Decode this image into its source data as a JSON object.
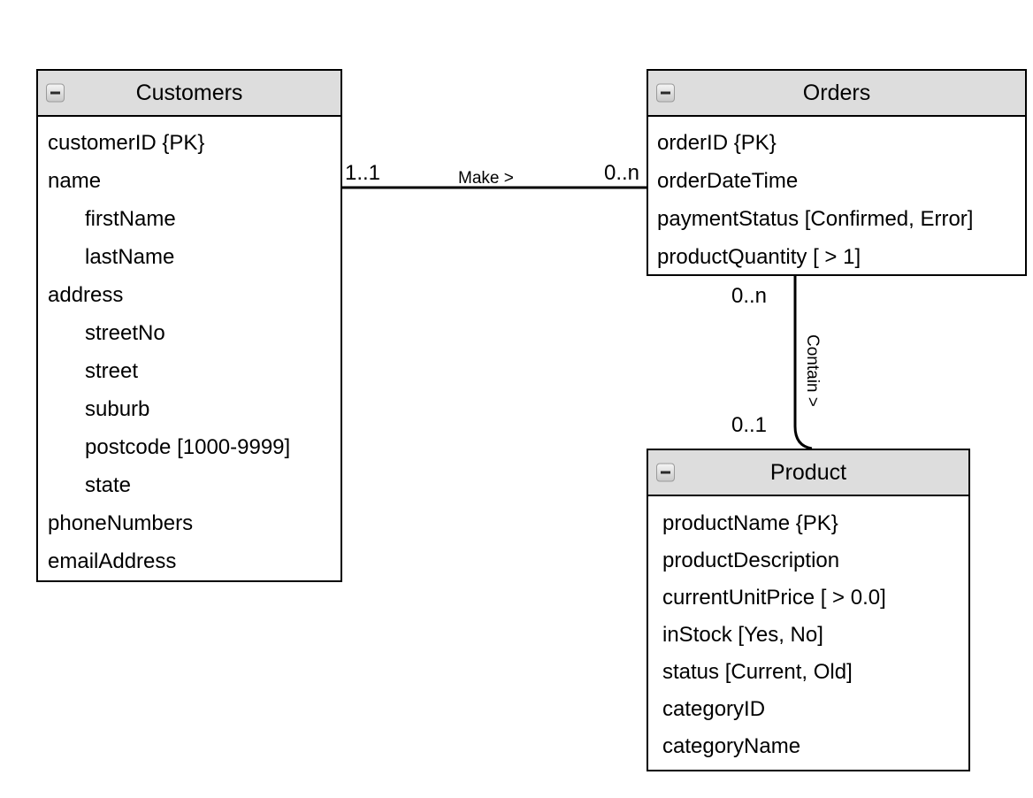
{
  "diagram": {
    "type": "entity-relationship-diagram",
    "background_color": "#ffffff",
    "entity_header_color": "#dddddd",
    "line_color": "#000000"
  },
  "entities": [
    {
      "id": "customers",
      "title": "Customers",
      "collapse_icon": "minus-box-icon",
      "attributes": [
        {
          "text": "customerID {PK}",
          "indent": false
        },
        {
          "text": "name",
          "indent": false
        },
        {
          "text": "firstName",
          "indent": true
        },
        {
          "text": "lastName",
          "indent": true
        },
        {
          "text": "address",
          "indent": false
        },
        {
          "text": "streetNo",
          "indent": true
        },
        {
          "text": "street",
          "indent": true
        },
        {
          "text": "suburb",
          "indent": true
        },
        {
          "text": "postcode [1000-9999]",
          "indent": true
        },
        {
          "text": "state",
          "indent": true
        },
        {
          "text": "phoneNumbers",
          "indent": false
        },
        {
          "text": "emailAddress",
          "indent": false
        }
      ]
    },
    {
      "id": "orders",
      "title": "Orders",
      "collapse_icon": "minus-box-icon",
      "attributes": [
        {
          "text": "orderID {PK}",
          "indent": false
        },
        {
          "text": "orderDateTime",
          "indent": false
        },
        {
          "text": "paymentStatus [Confirmed, Error]",
          "indent": false
        },
        {
          "text": "productQuantity [ > 1]",
          "indent": false
        }
      ]
    },
    {
      "id": "product",
      "title": "Product",
      "collapse_icon": "minus-box-icon",
      "attributes": [
        {
          "text": "productName {PK}",
          "indent": false
        },
        {
          "text": "productDescription",
          "indent": false
        },
        {
          "text": "currentUnitPrice [ > 0.0]",
          "indent": false
        },
        {
          "text": "inStock [Yes, No]",
          "indent": false
        },
        {
          "text": "status [Current, Old]",
          "indent": false
        },
        {
          "text": "categoryID",
          "indent": false
        },
        {
          "text": "categoryName",
          "indent": false
        }
      ]
    }
  ],
  "relationships": [
    {
      "id": "make",
      "label": "Make >",
      "from_entity": "Customers",
      "to_entity": "Orders",
      "from_cardinality": "1..1",
      "to_cardinality": "0..n",
      "orientation": "horizontal"
    },
    {
      "id": "contain",
      "label": "Contain >",
      "from_entity": "Orders",
      "to_entity": "Product",
      "from_cardinality": "0..n",
      "to_cardinality": "0..1",
      "orientation": "vertical"
    }
  ]
}
